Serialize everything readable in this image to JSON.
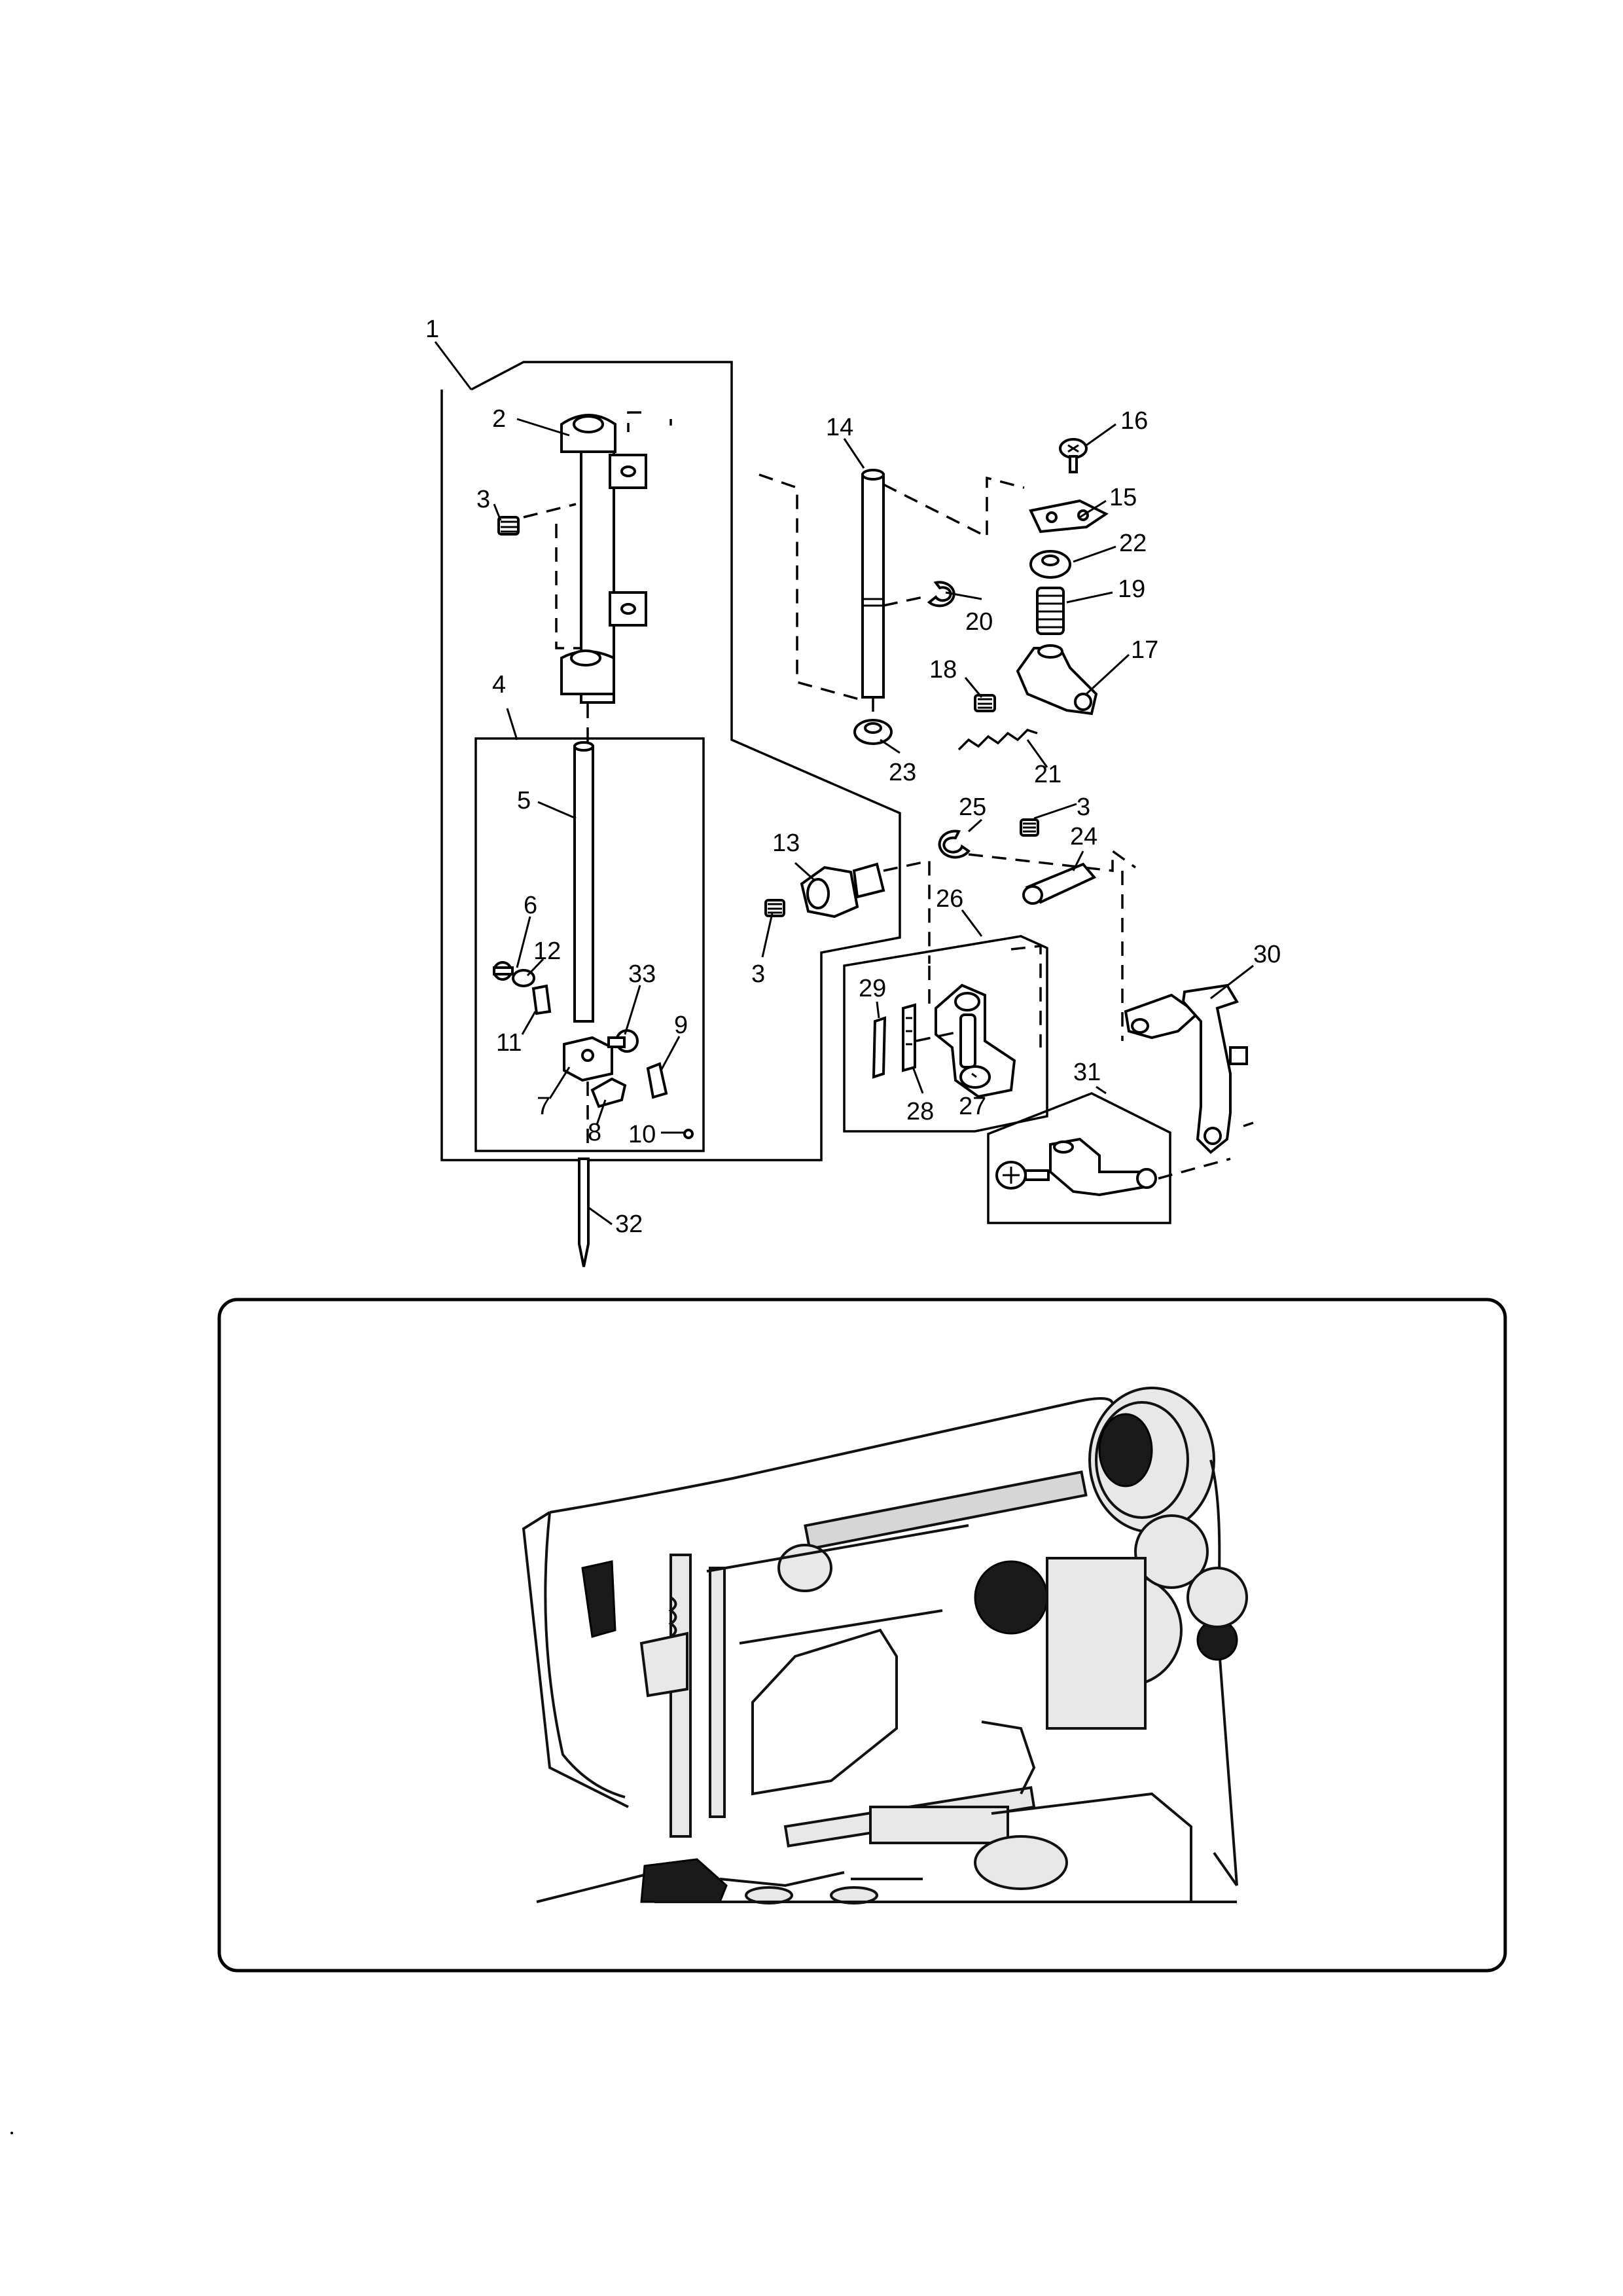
{
  "diagram": {
    "callouts": [
      {
        "id": "c1",
        "text": "1"
      },
      {
        "id": "c2",
        "text": "2"
      },
      {
        "id": "c3a",
        "text": "3"
      },
      {
        "id": "c3b",
        "text": "3"
      },
      {
        "id": "c3c",
        "text": "3"
      },
      {
        "id": "c4",
        "text": "4"
      },
      {
        "id": "c5",
        "text": "5"
      },
      {
        "id": "c6",
        "text": "6"
      },
      {
        "id": "c7",
        "text": "7"
      },
      {
        "id": "c8",
        "text": "8"
      },
      {
        "id": "c9",
        "text": "9"
      },
      {
        "id": "c10",
        "text": "10"
      },
      {
        "id": "c11",
        "text": "11"
      },
      {
        "id": "c12",
        "text": "12"
      },
      {
        "id": "c13",
        "text": "13"
      },
      {
        "id": "c14",
        "text": "14"
      },
      {
        "id": "c15",
        "text": "15"
      },
      {
        "id": "c16",
        "text": "16"
      },
      {
        "id": "c17",
        "text": "17"
      },
      {
        "id": "c18",
        "text": "18"
      },
      {
        "id": "c19",
        "text": "19"
      },
      {
        "id": "c20",
        "text": "20"
      },
      {
        "id": "c21",
        "text": "21"
      },
      {
        "id": "c22",
        "text": "22"
      },
      {
        "id": "c23",
        "text": "23"
      },
      {
        "id": "c24",
        "text": "24"
      },
      {
        "id": "c25",
        "text": "25"
      },
      {
        "id": "c26",
        "text": "26"
      },
      {
        "id": "c27",
        "text": "27"
      },
      {
        "id": "c28",
        "text": "28"
      },
      {
        "id": "c29",
        "text": "29"
      },
      {
        "id": "c30",
        "text": "30"
      },
      {
        "id": "c31",
        "text": "31"
      },
      {
        "id": "c32",
        "text": "32"
      },
      {
        "id": "c33",
        "text": "33"
      }
    ],
    "line_color": "#000000",
    "background": "#ffffff"
  },
  "photo_panel": {
    "subject": "sewing-machine-head-location-illustration"
  }
}
